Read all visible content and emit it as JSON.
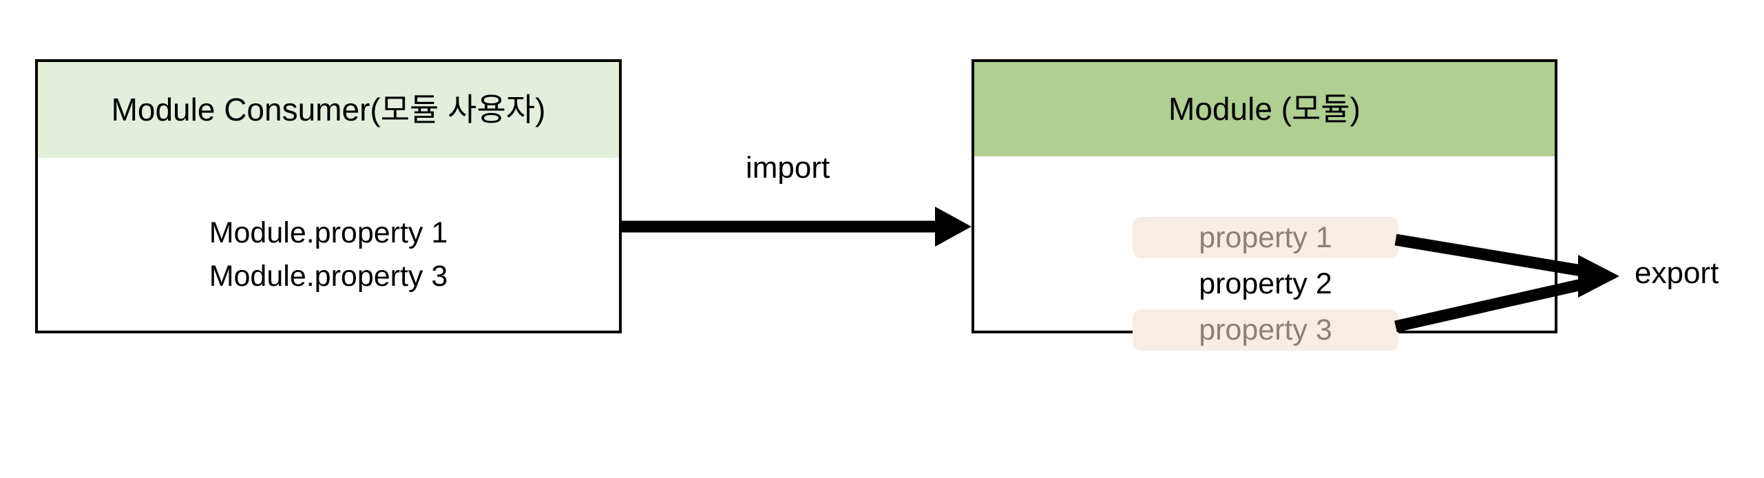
{
  "diagram": {
    "title_hidden": "",
    "consumer": {
      "header_title": "Module Consumer(모듈 사용자)",
      "lines": [
        "Module.property 1",
        "Module.property 3"
      ]
    },
    "module": {
      "header_title": "Module (모듈)",
      "properties": [
        {
          "label": "property 1",
          "exported": true
        },
        {
          "label": "property 2",
          "exported": false
        },
        {
          "label": "property 3",
          "exported": true
        }
      ]
    },
    "edges": {
      "import_label": "import",
      "export_label": "export"
    },
    "colors": {
      "consumer_header_bg": "#E3EFDB",
      "module_header_bg": "#B0CF92",
      "exported_prop_bg": "#F8EDE5",
      "exported_prop_text": "#8C8078",
      "plain_prop_text": "#000000",
      "border": "#000000",
      "arrow": "#000000",
      "canvas_bg": "#FFFFFF"
    }
  }
}
